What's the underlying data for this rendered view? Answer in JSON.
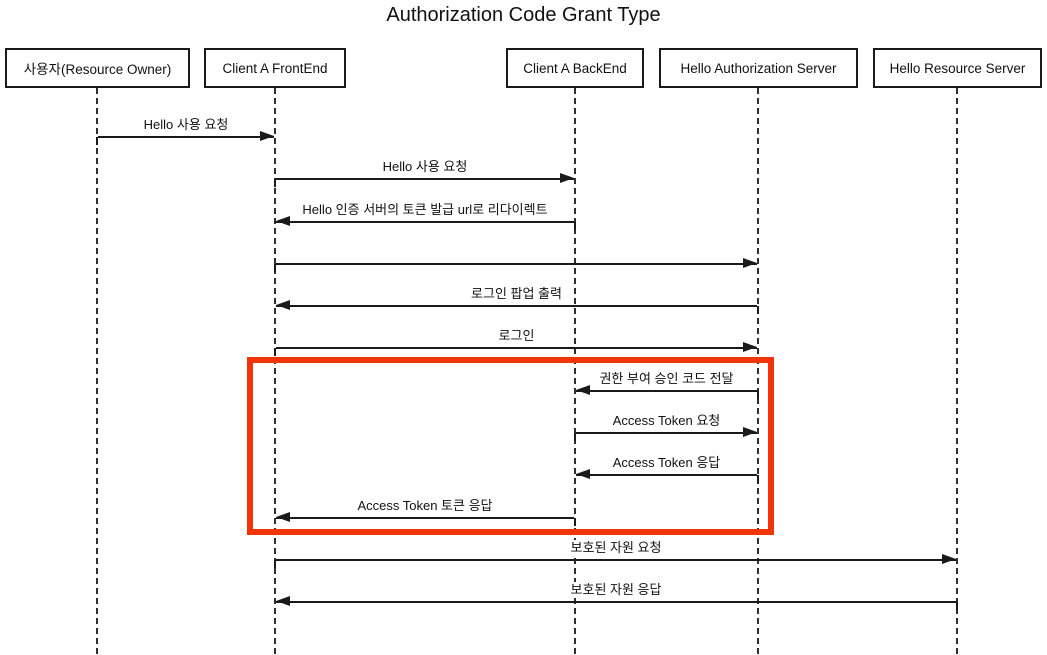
{
  "title": "Authorization Code Grant Type",
  "participants": [
    {
      "id": "user",
      "label": "사용자(Resource Owner)"
    },
    {
      "id": "frontend",
      "label": "Client A FrontEnd"
    },
    {
      "id": "backend",
      "label": "Client A BackEnd"
    },
    {
      "id": "auth",
      "label": "Hello Authorization Server"
    },
    {
      "id": "resource",
      "label": "Hello Resource Server"
    }
  ],
  "messages": [
    {
      "from": "user",
      "to": "frontend",
      "label": "Hello 사용 요청",
      "highlighted": false
    },
    {
      "from": "frontend",
      "to": "backend",
      "label": "Hello 사용 요청",
      "highlighted": false
    },
    {
      "from": "backend",
      "to": "frontend",
      "label": "Hello 인증 서버의 토큰 발급 url로 리다이렉트",
      "highlighted": false
    },
    {
      "from": "frontend",
      "to": "auth",
      "label": "",
      "highlighted": false
    },
    {
      "from": "auth",
      "to": "frontend",
      "label": "로그인 팝업 출력",
      "highlighted": false
    },
    {
      "from": "frontend",
      "to": "auth",
      "label": "로그인",
      "highlighted": false
    },
    {
      "from": "auth",
      "to": "backend",
      "label": "권한 부여 승인 코드 전달",
      "highlighted": true
    },
    {
      "from": "backend",
      "to": "auth",
      "label": "Access Token 요청",
      "highlighted": true
    },
    {
      "from": "auth",
      "to": "backend",
      "label": "Access Token 응답",
      "highlighted": true
    },
    {
      "from": "backend",
      "to": "frontend",
      "label": "Access Token 토큰 응답",
      "highlighted": true
    },
    {
      "from": "frontend",
      "to": "resource",
      "label": "보호된 자원 요청",
      "highlighted": false
    },
    {
      "from": "resource",
      "to": "frontend",
      "label": "보호된 자원 응답",
      "highlighted": false
    }
  ],
  "colors": {
    "highlight": "#f23408",
    "line": "#1a1a1a"
  }
}
